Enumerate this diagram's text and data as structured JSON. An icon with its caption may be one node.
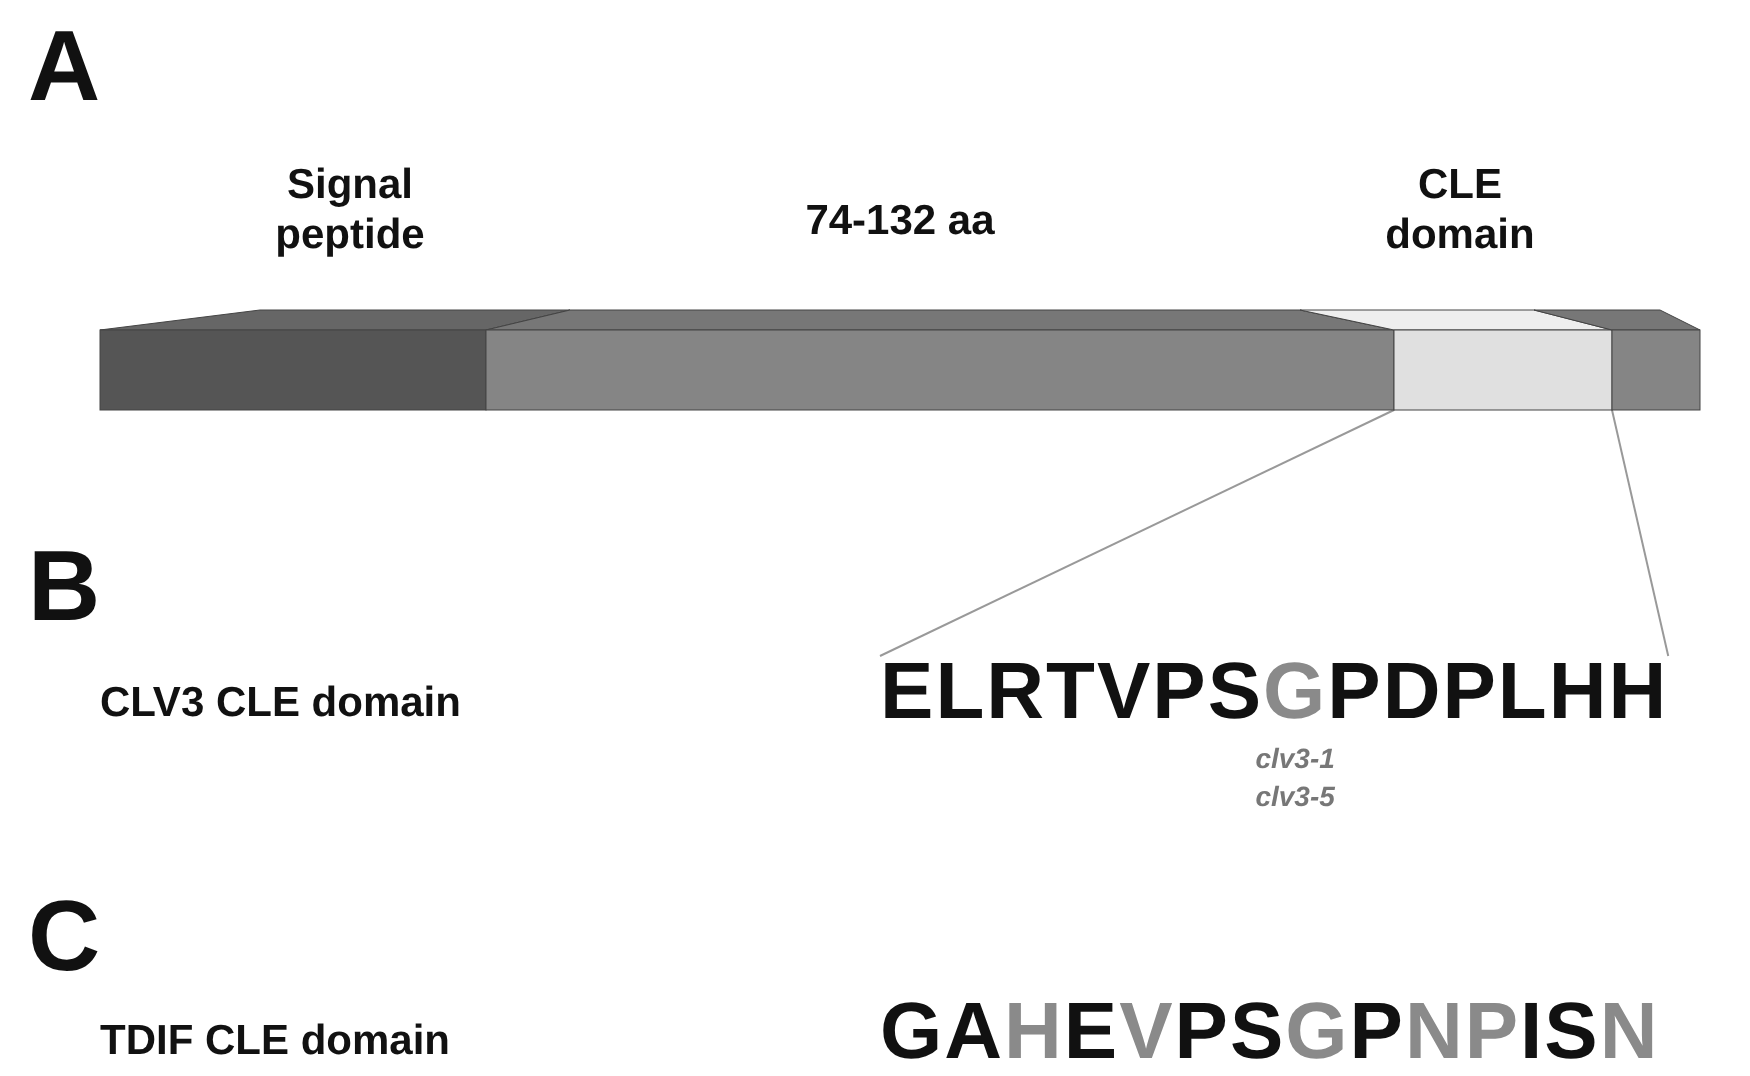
{
  "diagram": {
    "nodes": [
      {
        "text": [
          "Signal peptide"
        ]
      },
      {
        "text": [
          "74-132 aa"
        ]
      },
      {
        "text": [
          "CLE domain"
        ]
      },
      {
        "text": [],
        "shape": "bar"
      },
      {
        "text": [
          "ELRTVPSGPDPLHH"
        ]
      },
      {
        "text": [
          "GAHEVPSGPNPISN"
        ]
      }
    ],
    "edges": [
      {
        "from": 2,
        "to": 4,
        "arrow": "none"
      },
      {
        "from": 2,
        "to": 4,
        "arrow": "none"
      }
    ],
    "labels": [
      "A",
      "B",
      "CLV3 CLE domain",
      "clv3-1",
      "clv3-5",
      "C",
      "TDIF CLE domain"
    ]
  }
}
